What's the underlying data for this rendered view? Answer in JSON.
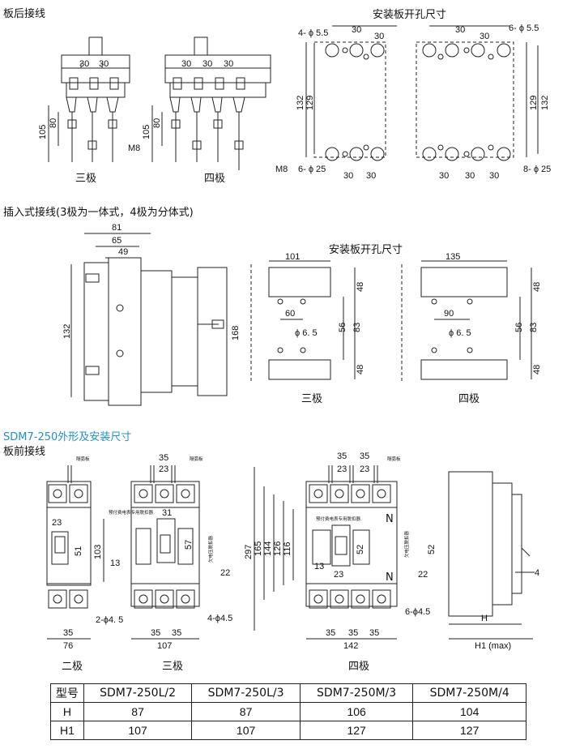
{
  "sections": {
    "rear_wiring": "板后接线",
    "plugin_wiring": "插入式接线(3极为一体式，4极为分体式)",
    "outline_title": "SDM7-250外形及安装尺寸",
    "front_wiring": "板前接线"
  },
  "labels": {
    "mount_cutout": "安装板开孔尺寸",
    "three_pole": "三极",
    "four_pole": "四极",
    "two_pole": "二极",
    "arc_barrier": "隔弧板",
    "prepay_release": "预付费电表专用脱扣器",
    "undervoltage_release": "欠电压脱扣器",
    "neutral": "N"
  },
  "dims": {
    "d30": "30",
    "d105": "105",
    "d80": "80",
    "m8": "M8",
    "d132": "132",
    "d129": "129",
    "phi55": "4- ϕ 5.5",
    "phi55b": "6- ϕ 5.5",
    "phi25a": "6- ϕ 25",
    "phi25b": "8- ϕ 25",
    "d81": "81",
    "d65": "65",
    "d49": "49",
    "d168": "168",
    "d101": "101",
    "d135": "135",
    "d48": "48",
    "d56": "56",
    "d83": "83",
    "d60": "60",
    "d90": "90",
    "phi65": "ϕ 6. 5",
    "d35": "35",
    "d23": "23",
    "d51": "51",
    "d103": "103",
    "d13": "13",
    "d76": "76",
    "phi45a": "2-ϕ4. 5",
    "d31": "31",
    "d57": "57",
    "d22": "22",
    "d107": "107",
    "phi45b": "4-ϕ4.5",
    "d297": "297",
    "d165": "165",
    "d144": "144",
    "d126": "126",
    "d116": "116",
    "d52": "52",
    "d142": "142",
    "phi45c": "6-ϕ4.5",
    "d4": "4",
    "H": "H",
    "H1": "H1 (max)"
  },
  "table": {
    "header": [
      "型号",
      "SDM7-250L/2",
      "SDM7-250L/3",
      "SDM7-250M/3",
      "SDM7-250M/4"
    ],
    "rows": [
      [
        "H",
        "87",
        "87",
        "106",
        "104"
      ],
      [
        "H1",
        "107",
        "107",
        "127",
        "127"
      ]
    ]
  },
  "colors": {
    "accent": "#1f8fd0",
    "line": "#222222"
  }
}
